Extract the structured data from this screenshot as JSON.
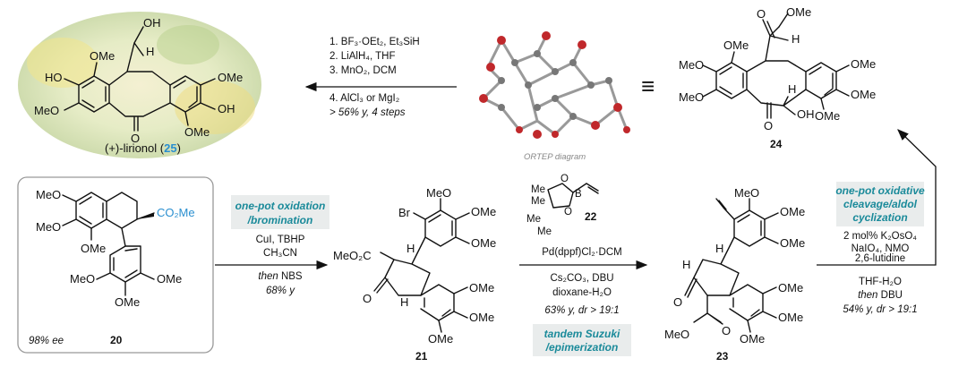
{
  "lirionol": {
    "name_prefix": "(+)-lirionol (",
    "name_num": "25",
    "name_suffix": ")",
    "labels": [
      "OH",
      "H",
      "OMe",
      "OMe",
      "HO",
      "MeO",
      "OH",
      "OMe",
      "O"
    ]
  },
  "step_top": {
    "conditions": [
      "1. BF₃·OEt₂, Et₃SiH",
      "2. LiAlH₄, THF",
      "3. MnO₂, DCM",
      "4. AlCl₃ or MgI₂"
    ],
    "yield": "> 56% y,  4 steps"
  },
  "ortep": {
    "caption": "ORTEP diagram"
  },
  "equiv": "≡",
  "compound24": {
    "num": "24",
    "labels": [
      "O",
      "OMe",
      "H",
      "OMe",
      "OMe",
      "MeO",
      "OMe",
      "MeO",
      "OMe",
      "O",
      "H",
      "OH"
    ]
  },
  "compound20": {
    "num": "20",
    "ee": "98% ee",
    "labels": [
      "MeO",
      "MeO",
      "OMe",
      "CO₂Me",
      "MeO",
      "OMe",
      "OMe"
    ]
  },
  "step1": {
    "title": [
      "one-pot oxidation",
      "/bromination"
    ],
    "conditions": [
      "CuI, TBHP",
      "CH₃CN"
    ],
    "then": "then",
    "then_reagent": " NBS",
    "yield": "68% y"
  },
  "compound21": {
    "num": "21",
    "labels": [
      "MeO",
      "OMe",
      "Br",
      "OMe",
      "MeO₂C",
      "H",
      "OMe",
      "OMe",
      "O",
      "H",
      "OMe"
    ]
  },
  "step2": {
    "reagent_num": "22",
    "reagent_labels": [
      "Me",
      "Me",
      "Me",
      "Me",
      "B",
      "O",
      "O"
    ],
    "conditions": [
      "Pd(dppf)Cl₂·DCM",
      "Cs₂CO₃, DBU",
      "dioxane-H₂O"
    ],
    "yield": "63% y, dr > 19:1",
    "title": [
      "tandem Suzuki",
      "/epimerization"
    ]
  },
  "compound23": {
    "num": "23",
    "labels": [
      "MeO",
      "OMe",
      "OMe",
      "H",
      "H",
      "OMe",
      "OMe",
      "O",
      "MeO",
      "O",
      "OMe"
    ]
  },
  "step3": {
    "title": [
      "one-pot oxidative",
      "cleavage/aldol",
      "cyclization"
    ],
    "conditions": [
      "2 mol% K₂OsO₄",
      "NaIO₄, NMO",
      "2,6-lutidine"
    ],
    "conditions2": [
      "THF-H₂O"
    ],
    "then": "then",
    "then_reagent": " DBU",
    "yield": "54% y, dr > 19:1"
  }
}
